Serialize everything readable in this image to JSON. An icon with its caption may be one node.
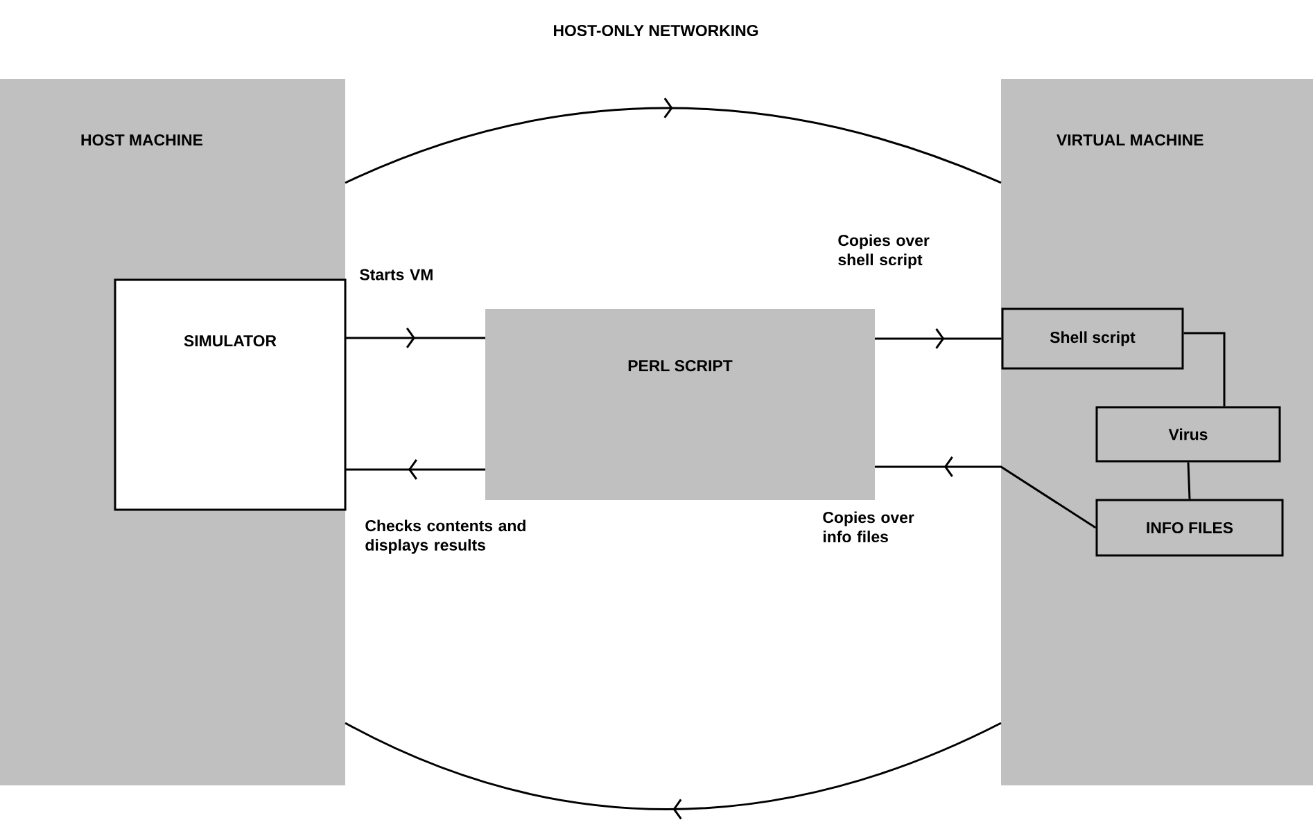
{
  "diagram": {
    "title": "HOST-ONLY NETWORKING",
    "nodes": [
      {
        "text": [
          "HOST MACHINE"
        ]
      },
      {
        "text": [
          "SIMULATOR"
        ],
        "in": 0
      },
      {
        "text": [
          "PERL SCRIPT"
        ]
      },
      {
        "text": [
          "VIRTUAL MACHINE"
        ]
      },
      {
        "text": [
          "Shell script"
        ],
        "in": 3
      },
      {
        "text": [
          "Virus"
        ],
        "in": 3
      },
      {
        "text": [
          "INFO FILES"
        ],
        "in": 3
      }
    ],
    "edges": [
      {
        "from": 0,
        "to": 3,
        "arrow": "to"
      },
      {
        "from": 3,
        "to": 0,
        "arrow": "to"
      },
      {
        "from": 1,
        "to": 2,
        "arrow": "to",
        "label": "Starts VM"
      },
      {
        "from": 2,
        "to": 1,
        "arrow": "to",
        "label": "Checks contents and displays results"
      },
      {
        "from": 2,
        "to": 4,
        "arrow": "to",
        "label": "Copies over shell script"
      },
      {
        "from": 6,
        "to": 2,
        "arrow": "to",
        "label": "Copies over info files"
      },
      {
        "from": 4,
        "to": 5,
        "arrow": "none"
      },
      {
        "from": 5,
        "to": 6,
        "arrow": "none"
      }
    ]
  }
}
